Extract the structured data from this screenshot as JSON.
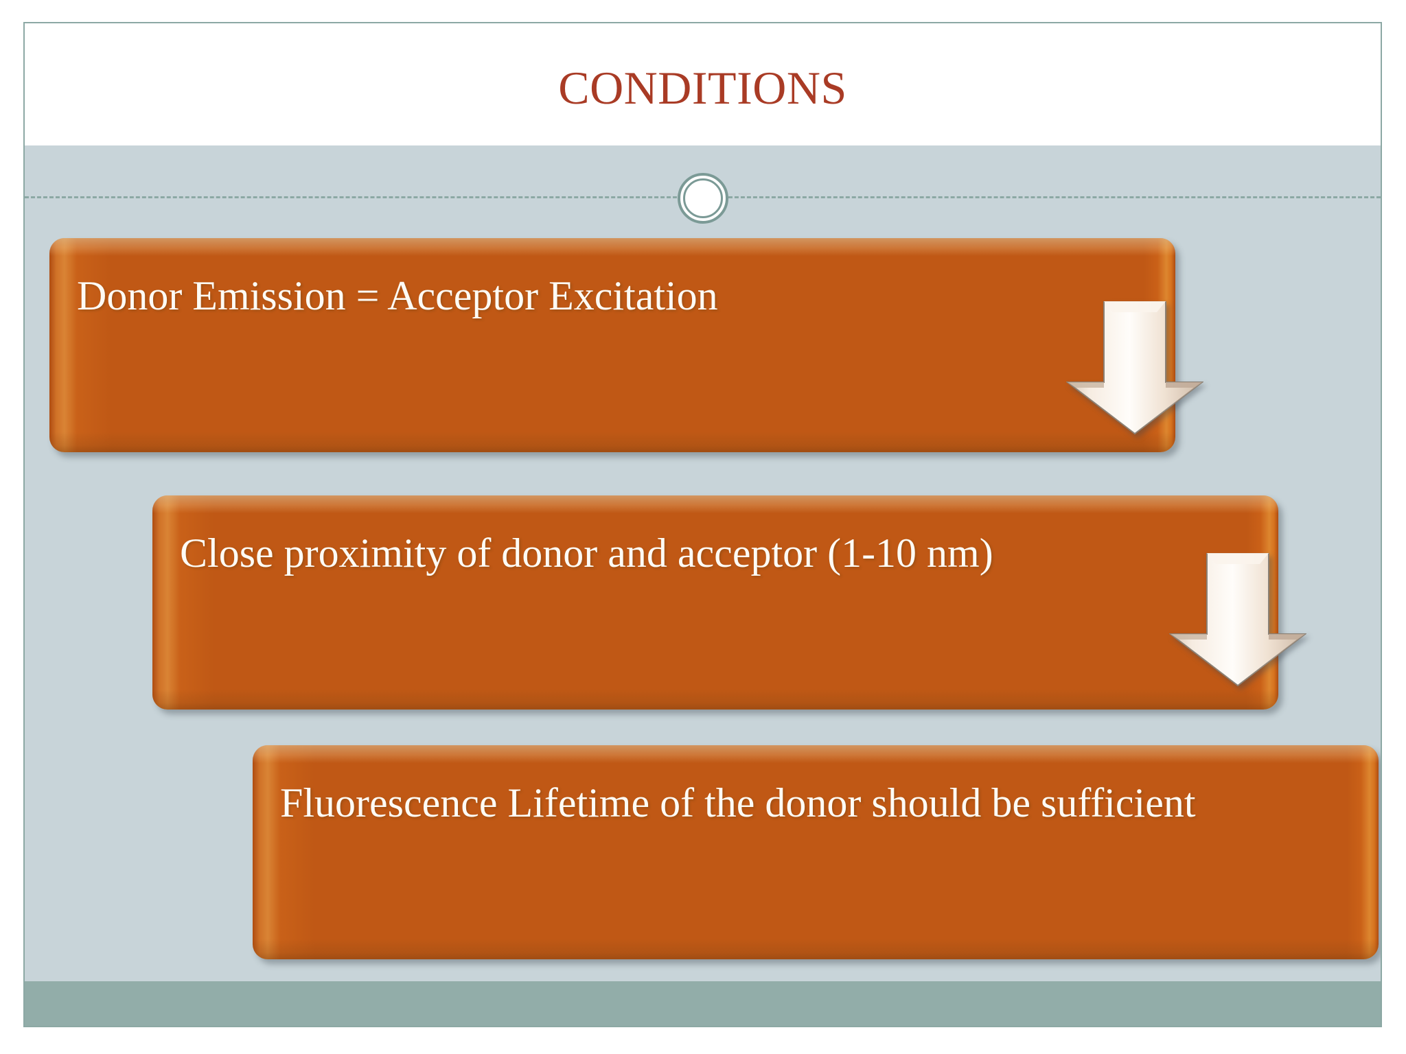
{
  "slide": {
    "title": "CONDITIONS",
    "colors": {
      "title_text": "#A93B25",
      "slide_border": "#8CA8A4",
      "divider": "#8CA8A4",
      "ring": "#7B9A96",
      "body_background": "#C8D4D9",
      "footer_bar": "#92ADA9",
      "box_fill": "#DD9649",
      "box_highlight": "#FFE4A4",
      "box_text": "#FDFBF5",
      "arrow_fill": "#F3E7DA"
    }
  },
  "decorations": {
    "divider_name": "dashed-divider",
    "ring_name": "double-ring-ornament"
  },
  "process": {
    "boxes": [
      {
        "id": "box1",
        "text": "Donor Emission = Acceptor Excitation"
      },
      {
        "id": "box2",
        "text": "Close proximity of donor and acceptor (1-10 nm)"
      },
      {
        "id": "box3",
        "text": "Fluorescence Lifetime of the donor should be sufficient"
      }
    ],
    "arrows": [
      {
        "id": "arrow1",
        "label": "down-arrow-1"
      },
      {
        "id": "arrow2",
        "label": "down-arrow-2"
      }
    ]
  }
}
